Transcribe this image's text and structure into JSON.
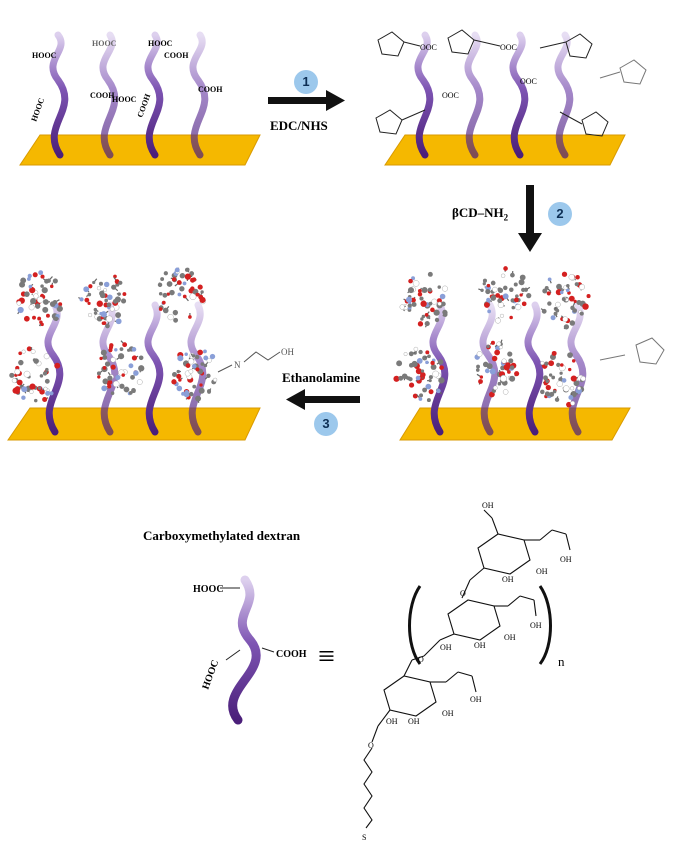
{
  "steps": [
    {
      "number": "1",
      "reagent": "EDC/NHS"
    },
    {
      "number": "2",
      "reagent": "βCD–NH",
      "reagent_subscript": "2"
    },
    {
      "number": "3",
      "reagent": "Ethanolamine"
    }
  ],
  "legend": {
    "title": "Carboxymethylated dextran",
    "equivalence": "≡",
    "repeat_subscript": "n"
  },
  "chemistry": {
    "carboxyl_labels": [
      "HOOC",
      "COOH",
      "COOH",
      "HOOC",
      "COOH",
      "HOOC",
      "HOOC",
      "COOH",
      "HOOC",
      "COOH",
      "COOH"
    ],
    "nhs_ester_label": "OOC",
    "hydroxyl": "OH",
    "ring_oxygen": "O",
    "ethanolamine_n": "N",
    "thiol": "S"
  },
  "colors": {
    "gold_surface": "#f5b800",
    "gold_edge": "#d99a00",
    "dextran_purple": "#5a2a8a",
    "dextran_light": "#c9b6e0",
    "arrow": "#111111",
    "badge": "#9cc8ec",
    "cd_red": "#d42020",
    "cd_grey": "#7a7a7a",
    "cd_blue": "#8a9fd8"
  }
}
